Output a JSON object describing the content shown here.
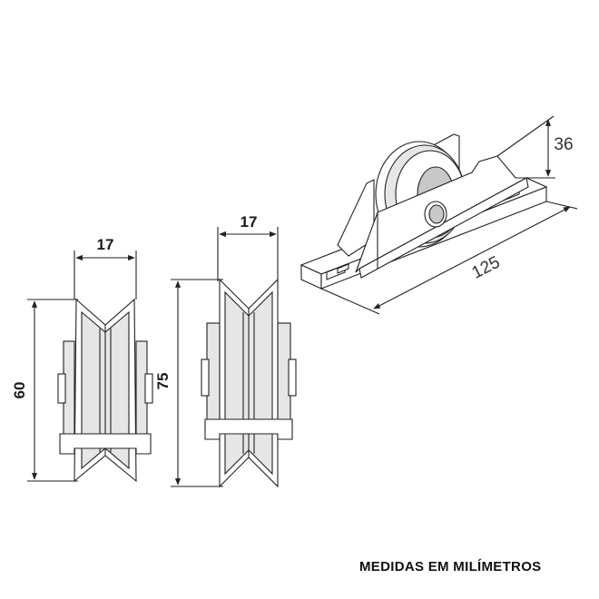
{
  "dimensions": {
    "small_width": "17",
    "small_height": "60",
    "large_width": "17",
    "large_height": "75",
    "iso_height": "36",
    "iso_length": "125"
  },
  "caption": "MEDIDAS EM MILÍMETROS"
}
